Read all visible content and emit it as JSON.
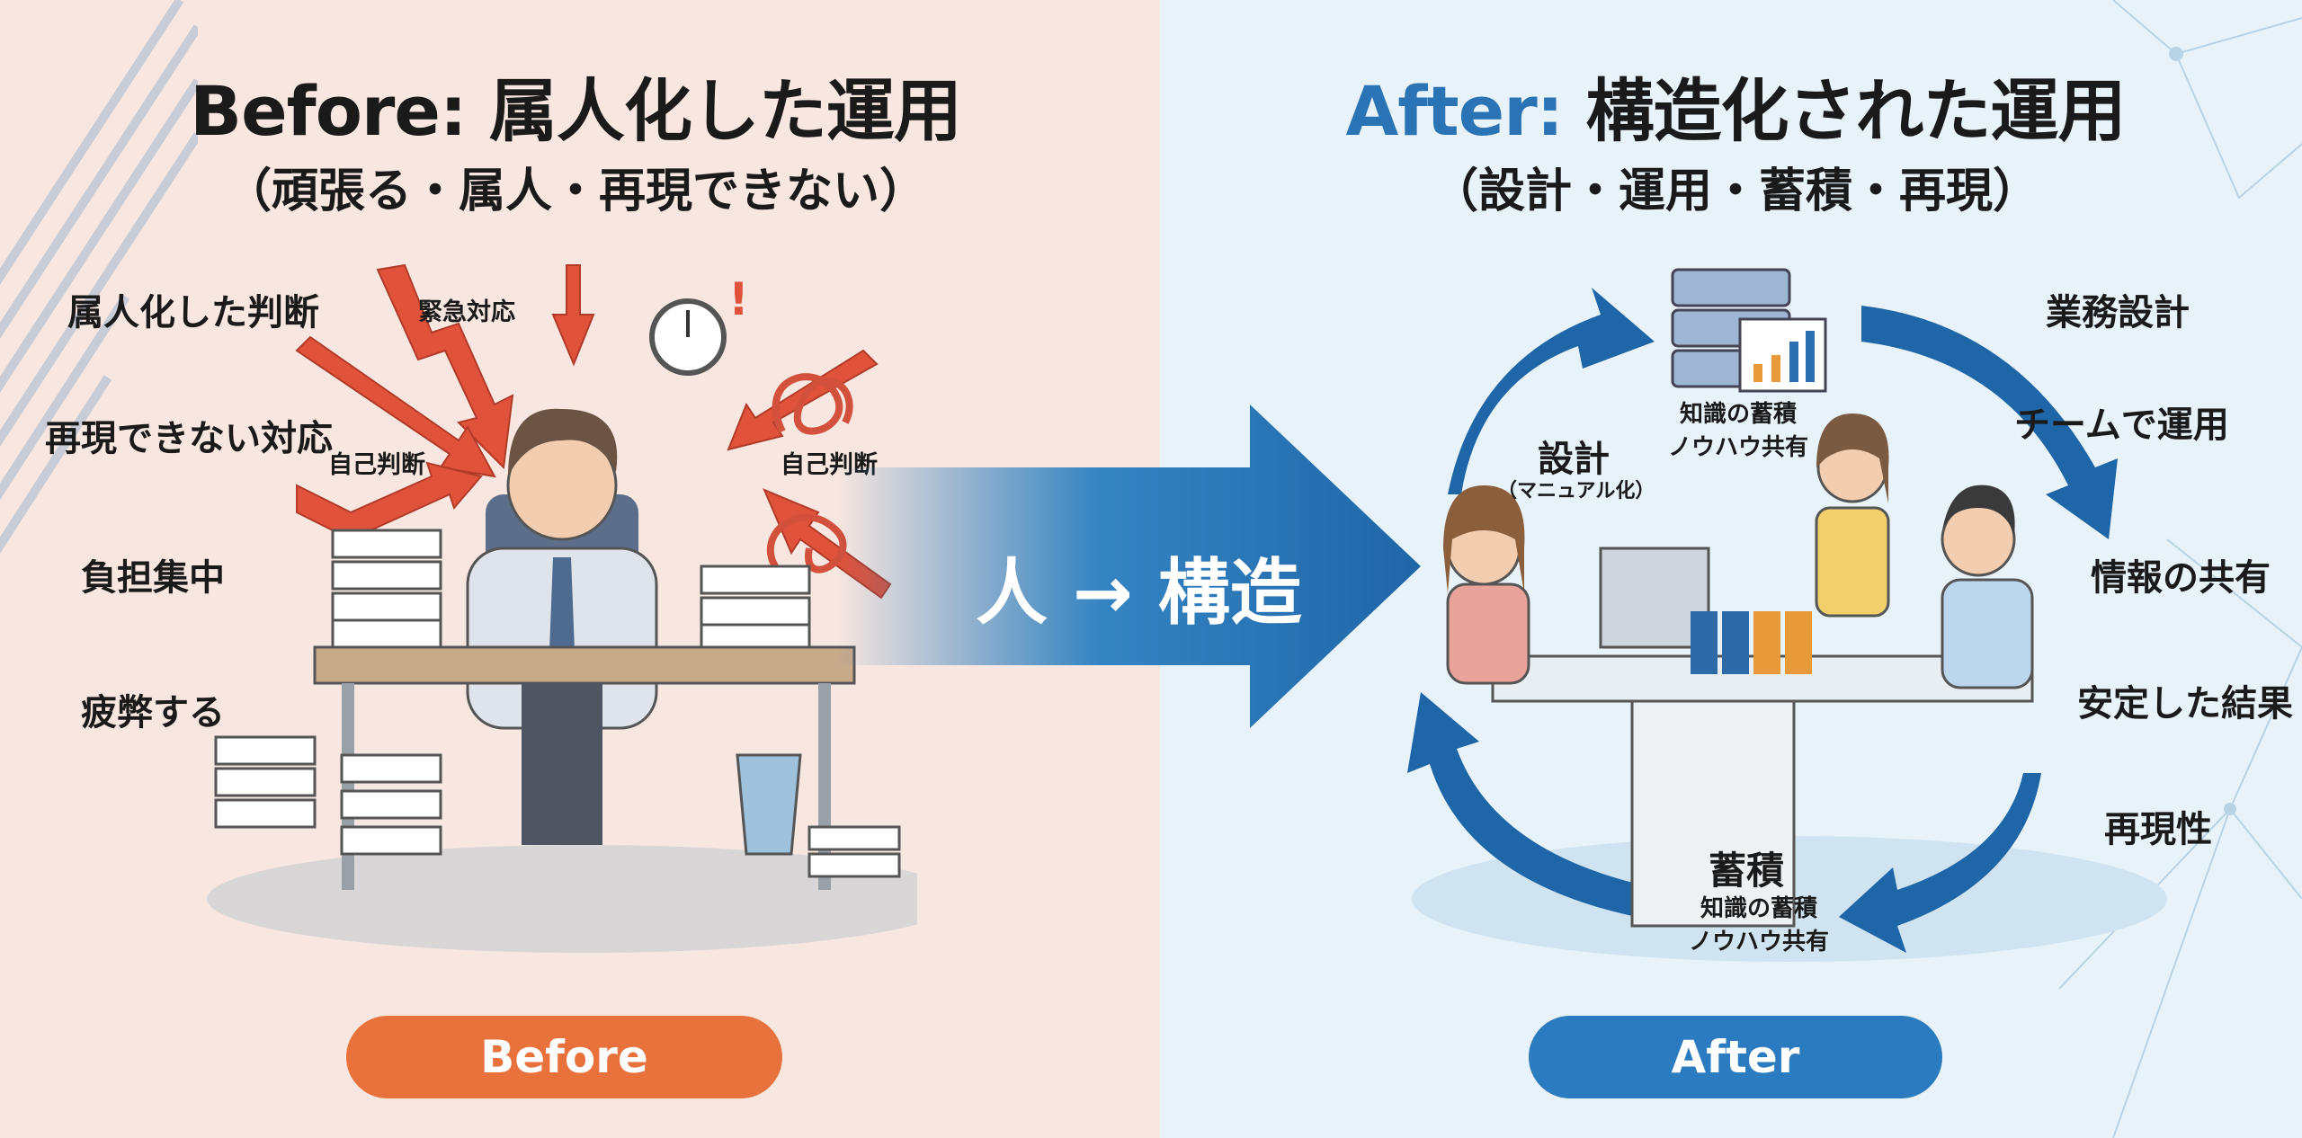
{
  "before": {
    "title_prefix": "Before:",
    "title_main": "属人化した運用",
    "subtitle": "（頑張る・属人・再現できない）",
    "labels": [
      "属人化した判断",
      "再現できない対応",
      "負担集中",
      "疲弊する"
    ],
    "arrow_labels": {
      "urgent": "緊急対応",
      "self_left": "自己判断",
      "self_right": "自己判断"
    },
    "exclaim": "!",
    "badge": "Before",
    "accent": "#e8713c"
  },
  "transition": {
    "text": "人 → 構造"
  },
  "after": {
    "title_prefix": "After:",
    "title_main": "構造化された運用",
    "subtitle": "（設計・運用・蓄積・再現）",
    "labels": [
      "業務設計",
      "チームで運用",
      "情報の共有",
      "安定した結果",
      "再現性"
    ],
    "cycle": {
      "design": "設計",
      "design_note": "（マニュアル化）",
      "knowledge_top": [
        "知識の蓄積",
        "ノウハウ共有"
      ],
      "store": "蓄積",
      "knowledge_bottom": [
        "知識の蓄積",
        "ノウハウ共有"
      ]
    },
    "badge": "After",
    "accent": "#2a7bbf"
  }
}
